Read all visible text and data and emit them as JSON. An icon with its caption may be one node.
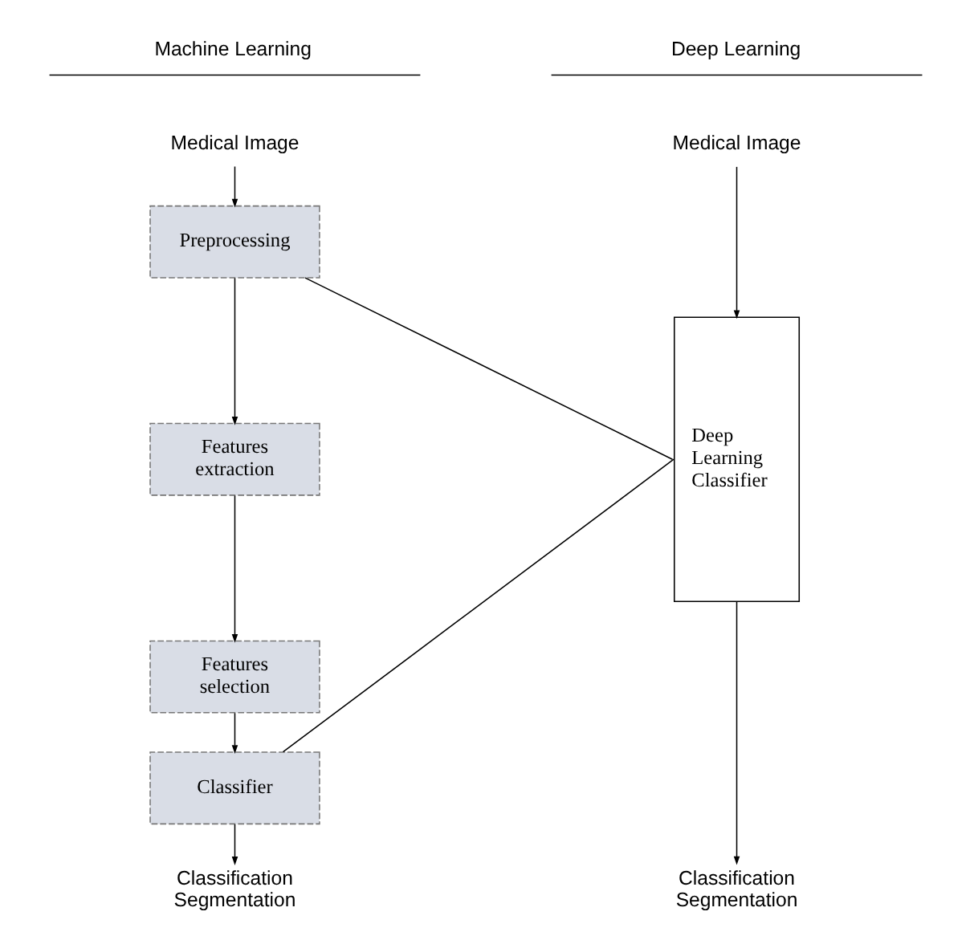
{
  "diagram": {
    "nodes": [
      {
        "text": [
          "Medical Image"
        ]
      },
      {
        "text": [
          "Preprocessing"
        ]
      },
      {
        "text": [
          "Features extraction"
        ]
      },
      {
        "text": [
          "Features selection"
        ]
      },
      {
        "text": [
          "Classifier"
        ]
      },
      {
        "text": [
          "Classification Segmentation"
        ]
      },
      {
        "text": [
          "Medical Image"
        ]
      },
      {
        "text": [
          "Deep Learning Classifier"
        ]
      },
      {
        "text": [
          "Classification Segmentation"
        ]
      }
    ],
    "edges": [
      {
        "from": 0,
        "to": 1,
        "arrow": "to"
      },
      {
        "from": 1,
        "to": 2,
        "arrow": "to"
      },
      {
        "from": 2,
        "to": 3,
        "arrow": "to"
      },
      {
        "from": 3,
        "to": 4,
        "arrow": "to"
      },
      {
        "from": 4,
        "to": 5,
        "arrow": "to"
      },
      {
        "from": 6,
        "to": 7,
        "arrow": "to"
      },
      {
        "from": 7,
        "to": 8,
        "arrow": "to"
      },
      {
        "from": 1,
        "to": 7,
        "arrow": "none"
      },
      {
        "from": 4,
        "to": 7,
        "arrow": "none"
      }
    ],
    "labels": [
      "Machine Learning",
      "Deep Learning"
    ]
  }
}
